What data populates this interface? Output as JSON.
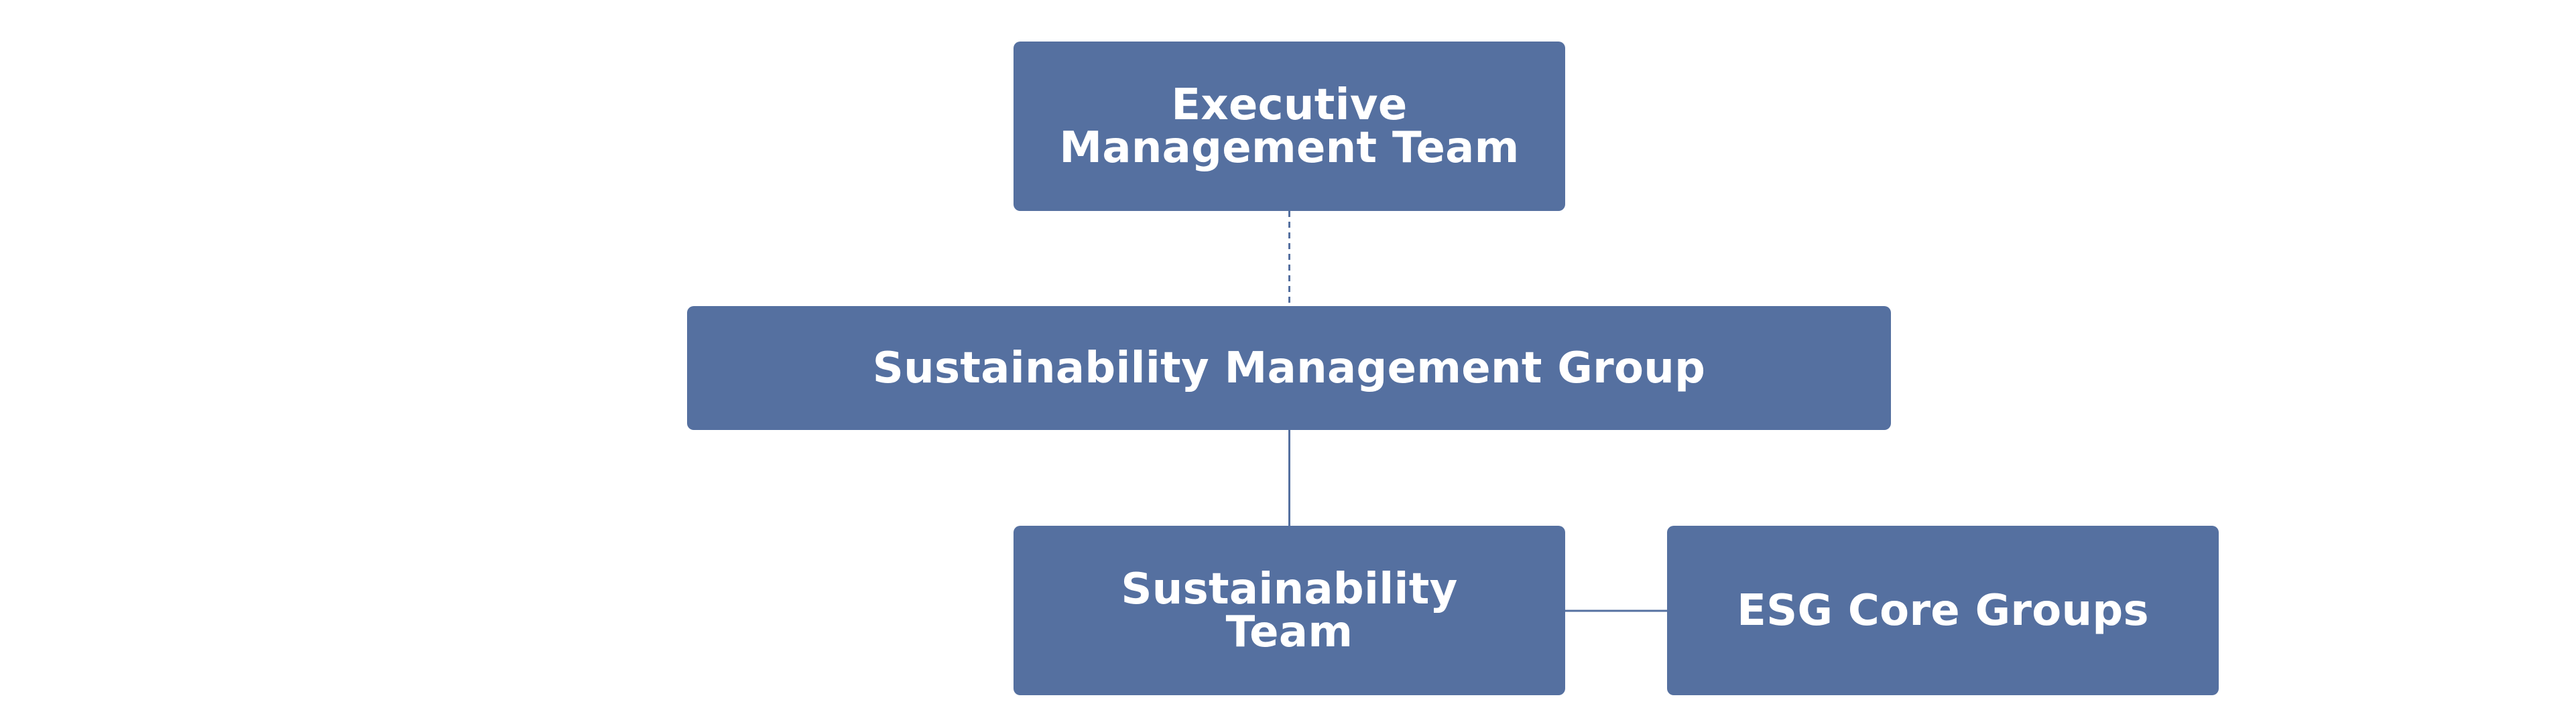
{
  "colors": {
    "node_fill": "#5570a0",
    "node_text": "#ffffff",
    "connector": "#5570a0",
    "background": "#ffffff"
  },
  "nodes": {
    "executive": "Executive\nManagement Team",
    "sustainability_group": "Sustainability Management Group",
    "sustainability_team": "Sustainability\nTeam",
    "esg": "ESG Core Groups"
  },
  "edges": [
    {
      "from": "executive",
      "to": "sustainability_group",
      "style": "dashed"
    },
    {
      "from": "sustainability_group",
      "to": "sustainability_team",
      "style": "solid"
    },
    {
      "from": "sustainability_team",
      "to": "esg",
      "style": "solid"
    }
  ]
}
